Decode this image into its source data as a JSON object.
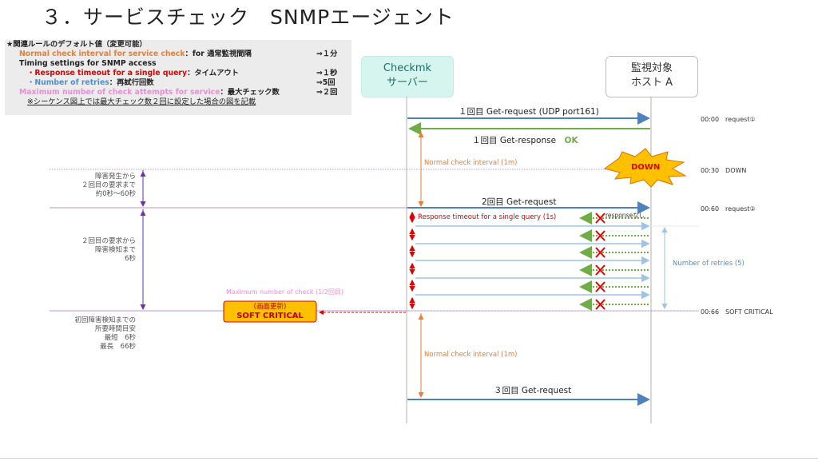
{
  "title": "３．サービスチェック　SNMPエージェント",
  "rules": {
    "heading": "★関連ルールのデフォルト値（変更可能）",
    "normal_interval": {
      "label": "Normal check interval for service check",
      "desc": "：for 通常監視間隔",
      "value": "⇒１分"
    },
    "timing": "Timing settings for SNMP access",
    "timeout": {
      "bullet": "・",
      "label": "Response timeout for a single query",
      "desc": "：タイムアウト",
      "value": "⇒１秒"
    },
    "retries": {
      "bullet": "・",
      "label": "Number of retries",
      "desc": "：再試行回数",
      "value": "⇒5回"
    },
    "max_attempts": {
      "label": "Maximum number of check attempts for service",
      "desc": "：最大チェック数",
      "value": "⇒２回"
    },
    "footnote": "※シーケンス図上では最大チェック数２回に設定した場合の図を記載"
  },
  "actors": {
    "checkmk": {
      "line1": "Checkmk",
      "line2": "サーバー"
    },
    "host": {
      "line1": "監視対象",
      "line2": "ホスト A"
    }
  },
  "messages": {
    "req1": "１回目 Get-request (UDP port161)",
    "resp1": "１回目 Get-response",
    "resp1_ok": "OK",
    "req2": "2回目 Get-request",
    "req3": "３回目 Get-request",
    "no_response": "responseなし",
    "down": "DOWN"
  },
  "intervals": {
    "normal_1": "Normal check interval (1m)",
    "normal_2": "Normal check interval (1m)",
    "timeout": "Response timeout for a single query (1s)",
    "retries": "Number of retries (5)",
    "max_check": "Maximum number of check (1/2回目)"
  },
  "soft_critical": {
    "line1": "(画面更新)",
    "line2": "SOFT CRITICAL"
  },
  "timeline": {
    "t0": "00:00　request①",
    "t30": "00:30　DOWN",
    "t60": "00:60　request②",
    "t66": "00:66　SOFT CRITICAL"
  },
  "side_notes": {
    "note1": [
      "障害発生から",
      "２回目の要求まで",
      "約0秒〜60秒"
    ],
    "note2": [
      "２回目の要求から",
      "障害検知まで",
      "6秒"
    ],
    "note3": [
      "初回障害検知までの",
      "所要時間目安",
      "最短　6秒",
      "最長　66秒"
    ]
  },
  "colors": {
    "blue_arrow": "#4f81bd",
    "green_arrow": "#70ad47",
    "orange": "#ed7d31",
    "red": "#e00000",
    "purple": "#7030a0",
    "light_blue": "#9dc3e6",
    "soft_critical_fill": "#ffc000",
    "down_fill": "#ffc000"
  },
  "icons": [
    "x-icon",
    "explosion-icon"
  ]
}
